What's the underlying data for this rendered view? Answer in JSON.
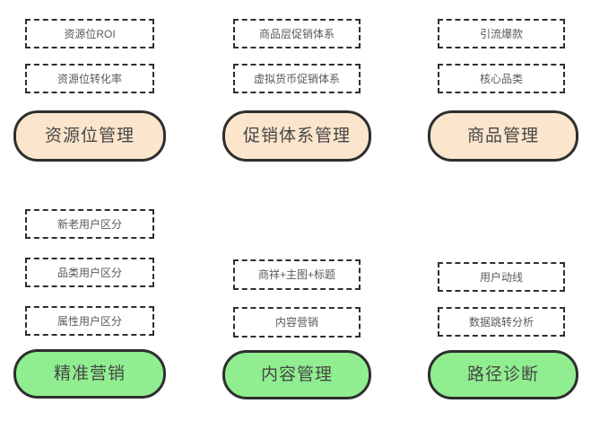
{
  "diagram": {
    "background": "#ffffff",
    "colors": {
      "top_pill_fill": "#fbe5cd",
      "bottom_pill_fill": "#90ee90",
      "pill_border": "#2e2e2e",
      "dashed_border": "#2f2f2f",
      "item_text": "#595959",
      "pill_text": "#474747"
    },
    "groups": [
      {
        "name": "resource-management",
        "title": "资源位管理",
        "fill": "#fbe5cd",
        "items": [
          "资源位ROI",
          "资源位转化率"
        ]
      },
      {
        "name": "promotion-system-management",
        "title": "促销体系管理",
        "fill": "#fbe5cd",
        "items": [
          "商品层促销体系",
          "虚拟货币促销体系"
        ]
      },
      {
        "name": "product-management",
        "title": "商品管理",
        "fill": "#fbe5cd",
        "items": [
          "引流爆款",
          "核心品类"
        ]
      },
      {
        "name": "precision-marketing",
        "title": "精准营销",
        "fill": "#90ee90",
        "items": [
          "新老用户区分",
          "品类用户区分",
          "属性用户区分"
        ]
      },
      {
        "name": "content-management",
        "title": "内容管理",
        "fill": "#90ee90",
        "items": [
          "商祥+主图+标题",
          "内容营销"
        ]
      },
      {
        "name": "path-diagnosis",
        "title": "路径诊断",
        "fill": "#90ee90",
        "items": [
          "用户动线",
          "数据跳转分析"
        ]
      }
    ]
  }
}
